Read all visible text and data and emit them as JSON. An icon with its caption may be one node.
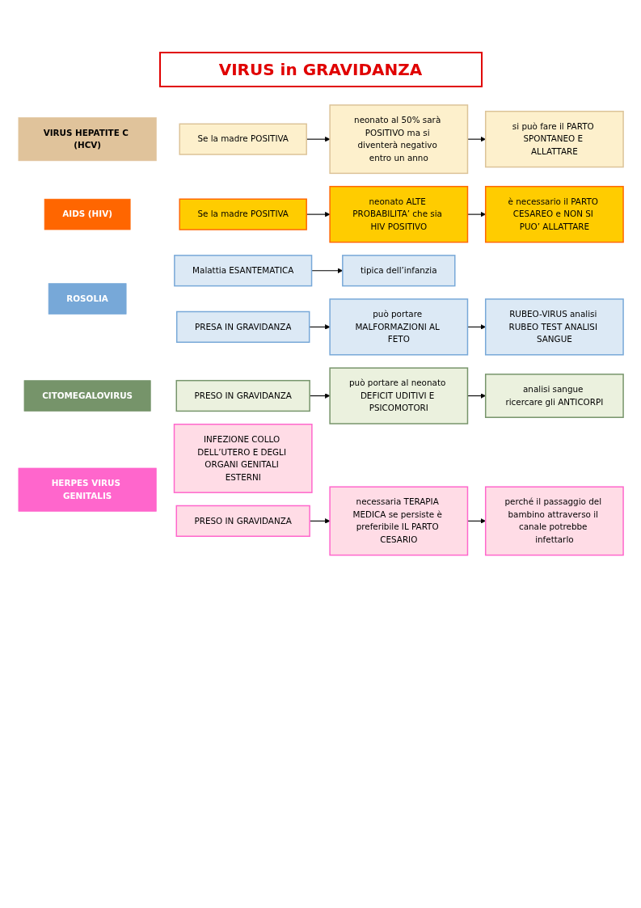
{
  "diagram": {
    "title": "VIRUS in GRAVIDANZA",
    "nodes": [
      {
        "text": [
          "VIRUS HEPATITE C (HCV)"
        ]
      },
      {
        "text": [
          "Se la madre POSITIVA"
        ]
      },
      {
        "text": [
          "neonato al 50% sarà POSITIVO ma si diventerà negativo entro un anno"
        ]
      },
      {
        "text": [
          "si può fare il PARTO SPONTANEO E ALLATTARE"
        ]
      },
      {
        "text": [
          "AIDS (HIV)"
        ]
      },
      {
        "text": [
          "Se la madre POSITIVA"
        ]
      },
      {
        "text": [
          "neonato ALTE PROBABILITA’ che sia HIV POSITIVO"
        ]
      },
      {
        "text": [
          "è necessario il PARTO CESAREO e NON SI PUO’ ALLATTARE"
        ]
      },
      {
        "text": [
          "ROSOLIA"
        ]
      },
      {
        "text": [
          "Malattia ESANTEMATICA"
        ]
      },
      {
        "text": [
          "tipica dell’infanzia"
        ]
      },
      {
        "text": [
          "PRESA IN GRAVIDANZA"
        ]
      },
      {
        "text": [
          "può portare MALFORMAZIONI AL FETO"
        ]
      },
      {
        "text": [
          "RUBEO-VIRUS analisi RUBEO TEST ANALISI SANGUE"
        ]
      },
      {
        "text": [
          "CITOMEGALOVIRUS"
        ]
      },
      {
        "text": [
          "PRESO IN GRAVIDANZA"
        ]
      },
      {
        "text": [
          "può portare al neonato DEFICIT UDITIVI E PSICOMOTORI"
        ]
      },
      {
        "text": [
          "analisi sangue ricercare gli ANTICORPI"
        ]
      },
      {
        "text": [
          "HERPES VIRUS GENITALIS"
        ]
      },
      {
        "text": [
          "INFEZIONE COLLO DELL’UTERO E DEGLI ORGANI GENITALI ESTERNI"
        ]
      },
      {
        "text": [
          "PRESO IN GRAVIDANZA"
        ]
      },
      {
        "text": [
          "necessaria TERAPIA MEDICA se persiste è preferibile IL PARTO CESARIO"
        ]
      },
      {
        "text": [
          "perché il passaggio del bambino attraverso il canale potrebbe infettarlo"
        ]
      }
    ],
    "edges": [
      {
        "from": 1,
        "to": 2,
        "arrow": "to"
      },
      {
        "from": 2,
        "to": 3,
        "arrow": "to"
      },
      {
        "from": 5,
        "to": 6,
        "arrow": "to"
      },
      {
        "from": 6,
        "to": 7,
        "arrow": "to"
      },
      {
        "from": 9,
        "to": 10,
        "arrow": "to"
      },
      {
        "from": 11,
        "to": 12,
        "arrow": "to"
      },
      {
        "from": 12,
        "to": 13,
        "arrow": "to"
      },
      {
        "from": 15,
        "to": 16,
        "arrow": "to"
      },
      {
        "from": 16,
        "to": 17,
        "arrow": "to"
      },
      {
        "from": 20,
        "to": 21,
        "arrow": "to"
      },
      {
        "from": 21,
        "to": 22,
        "arrow": "to"
      }
    ]
  }
}
